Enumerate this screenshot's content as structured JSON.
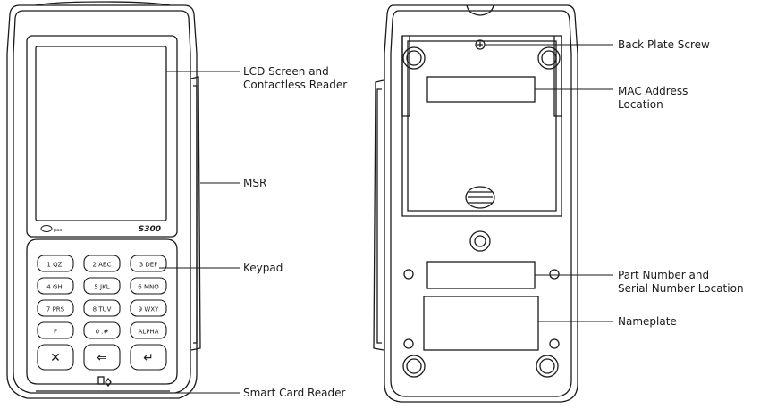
{
  "callouts": {
    "lcd_screen": [
      "LCD Screen and",
      "Contactless Reader"
    ],
    "msr": [
      "MSR"
    ],
    "keypad": [
      "Keypad"
    ],
    "smart_card_reader": [
      "Smart Card Reader"
    ],
    "back_plate_screw": [
      "Back Plate Screw"
    ],
    "mac_address": [
      "MAC Address",
      "Location"
    ],
    "part_serial": [
      "Part Number and",
      "Serial Number Location"
    ],
    "nameplate": [
      "Nameplate"
    ]
  },
  "device": {
    "brand": "pax",
    "model": "S300"
  },
  "keypad_keys": [
    [
      "1 QZ.",
      "2 ABC",
      "3 DEF"
    ],
    [
      "4 GHI",
      "5 JKL",
      "6 MNO"
    ],
    [
      "7 PRS",
      "8 TUV",
      "9 WXY"
    ],
    [
      "F",
      "0 .#",
      "ALPHA"
    ]
  ],
  "colors": {
    "line": "#1a1a1a",
    "background": "#ffffff"
  }
}
